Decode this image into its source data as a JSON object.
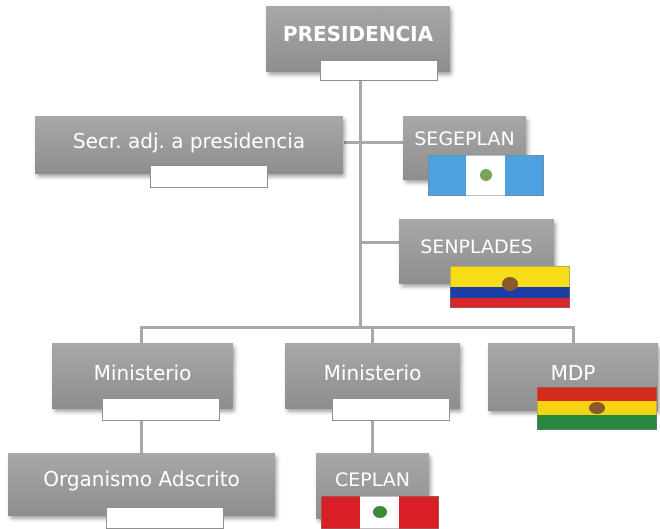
{
  "nodes": {
    "presidencia": "PRESIDENCIA",
    "secr_adj": "Secr. adj. a presidencia",
    "segeplan": "SEGEPLAN",
    "senplades": "SENPLADES",
    "ministerio_left": "Ministerio",
    "ministerio_center": "Ministerio",
    "mdp": "MDP",
    "organismo": "Organismo Adscrito",
    "ceplan": "CEPLAN"
  },
  "flags": {
    "guatemala": {
      "colors": [
        "#4ea1e0",
        "#ffffff",
        "#4ea1e0"
      ],
      "emblem": "#7aa35a"
    },
    "ecuador": {
      "colors": [
        "#f7dc18",
        "#1a3fa6",
        "#d8262c"
      ],
      "emblem": "#8a5a2b"
    },
    "bolivia": {
      "colors": [
        "#d52b1e",
        "#f6d214",
        "#27873e"
      ],
      "emblem": "#8a5a2b"
    },
    "peru": {
      "colors": [
        "#d91f26",
        "#ffffff",
        "#d91f26"
      ],
      "emblem": "#3a8a3a"
    }
  }
}
